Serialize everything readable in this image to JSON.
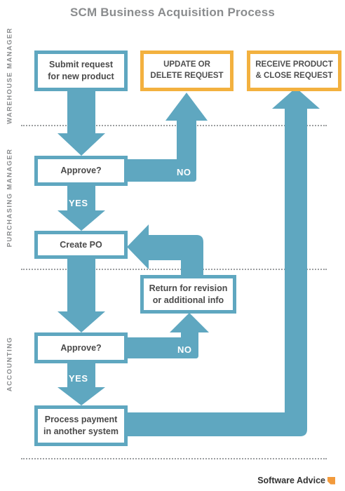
{
  "title": "SCM Business Acquisition Process",
  "lanes": {
    "warehouse": "WAREHOUSE MANAGER",
    "purchasing": "PURCHASING MANAGER",
    "accounting": "ACCOUNTING"
  },
  "nodes": {
    "submit": "Submit request for new product",
    "update": "UPDATE OR DELETE REQUEST",
    "receive": "RECEIVE PRODUCT & CLOSE REQUEST",
    "approve1": "Approve?",
    "create_po": "Create PO",
    "return": "Return for revision or additional info",
    "approve2": "Approve?",
    "payment": "Process payment in another system"
  },
  "edges": {
    "no1": "NO",
    "yes1": "YES",
    "no2": "NO",
    "yes2": "YES"
  },
  "brand": "Software Advice",
  "colors": {
    "flow": "#5fa7c0",
    "terminal_border": "#f3b13f",
    "text": "#4a4a4a"
  }
}
